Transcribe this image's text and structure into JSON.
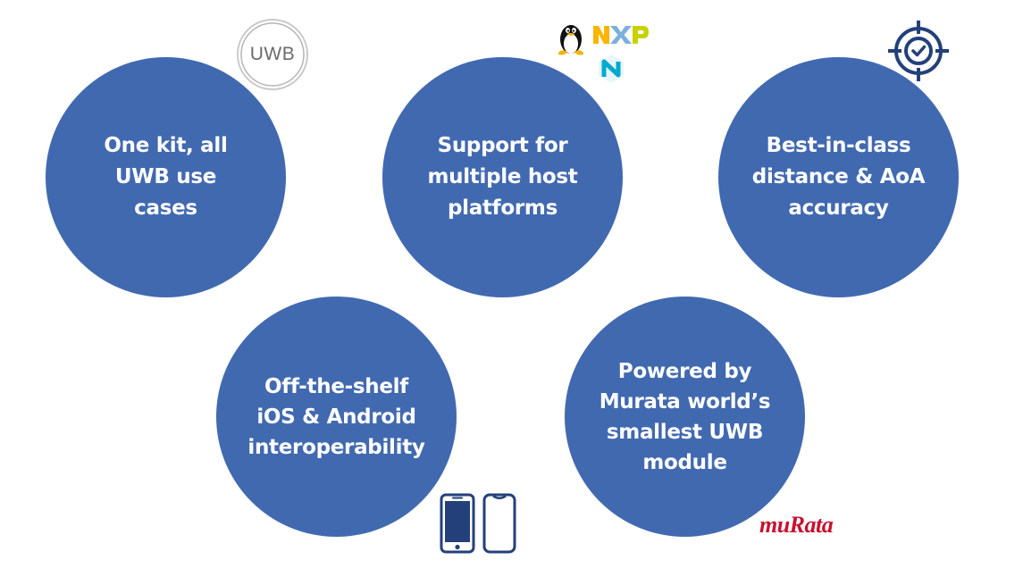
{
  "features": [
    {
      "lines": [
        "One kit, all",
        "UWB use",
        "cases"
      ]
    },
    {
      "lines": [
        "Support for",
        "multiple host",
        "platforms"
      ]
    },
    {
      "lines": [
        "Best-in-class",
        "distance & AoA",
        "accuracy"
      ]
    },
    {
      "lines": [
        "Off-the-shelf",
        "iOS & Android",
        "interoperability"
      ]
    },
    {
      "lines": [
        "Powered by",
        "Murata world’s",
        "smallest UWB",
        "module"
      ]
    }
  ],
  "logos": {
    "uwb": "UWB",
    "nxp": "NXP",
    "murata": "muRata"
  },
  "icons": {
    "uwb": "uwb-badge-icon",
    "linux": "linux-tux-icon",
    "nxp": "nxp-logo-icon",
    "nordic": "nordic-semiconductor-icon",
    "target": "target-crosshair-icon",
    "phones": "smartphones-icon"
  },
  "colors": {
    "circle": "#4169b0",
    "text": "#ffffff",
    "icon_navy": "#23407a",
    "murata_red": "#c8102e",
    "nxp_yellow": "#f9b500",
    "nxp_blue": "#7bb1db",
    "nxp_green": "#c9d200",
    "nordic_teal": "#00a9ce"
  }
}
